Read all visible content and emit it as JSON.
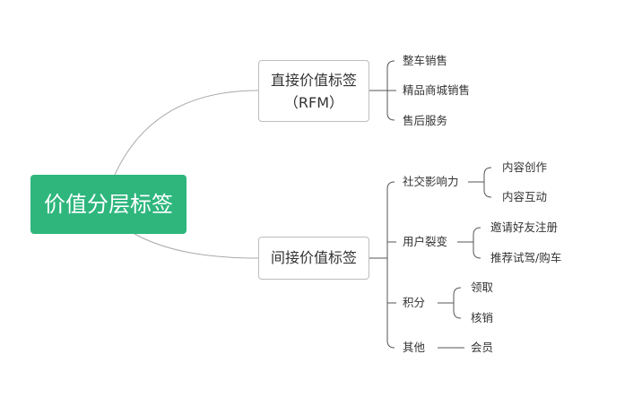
{
  "root": {
    "label": "价值分层标签"
  },
  "direct": {
    "line1": "直接价值标签",
    "line2": "（RFM）",
    "items": [
      "整车销售",
      "精品商城销售",
      "售后服务"
    ]
  },
  "indirect": {
    "label": "间接价值标签",
    "groups": [
      {
        "label": "社交影响力",
        "items": [
          "内容创作",
          "内容互动"
        ]
      },
      {
        "label": "用户裂变",
        "items": [
          "邀请好友注册",
          "推荐试驾/购车"
        ]
      },
      {
        "label": "积分",
        "items": [
          "领取",
          "核销"
        ]
      },
      {
        "label": "其他",
        "items": [
          "会员"
        ]
      }
    ]
  },
  "colors": {
    "root_fill": "#2eb67d",
    "root_text": "#ffffff",
    "box_border": "#bdbdbd",
    "curve": "#aaaaaa",
    "bracket": "#555555",
    "text": "#333333"
  }
}
